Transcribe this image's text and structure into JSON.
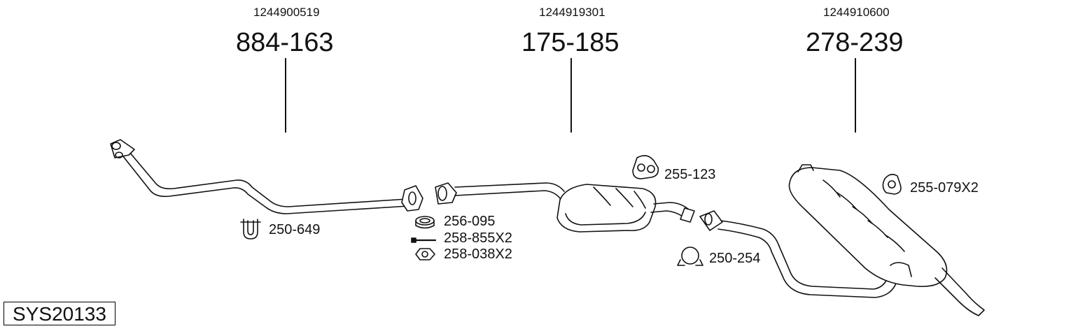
{
  "system_code": "SYS20133",
  "parts": [
    {
      "oem": "1244900519",
      "number": "884-163"
    },
    {
      "oem": "1244919301",
      "number": "175-185"
    },
    {
      "oem": "1244910600",
      "number": "278-239"
    }
  ],
  "accessories": [
    {
      "number": "250-649"
    },
    {
      "number": "256-095"
    },
    {
      "number": "258-855X2"
    },
    {
      "number": "258-038X2"
    },
    {
      "number": "255-123"
    },
    {
      "number": "250-254"
    },
    {
      "number": "255-079X2"
    }
  ]
}
